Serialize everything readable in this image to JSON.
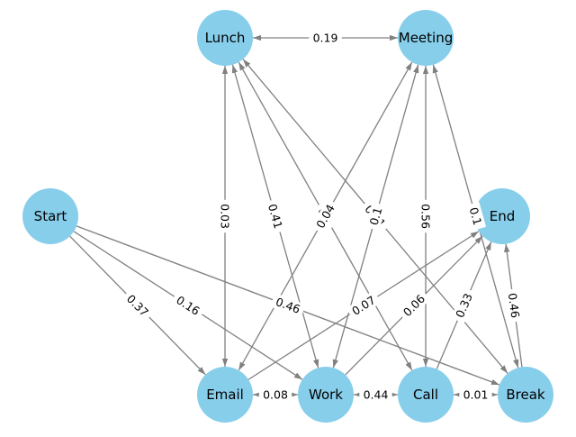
{
  "colors": {
    "node_fill": "#87ceeb",
    "edge": "#808080",
    "label_bg": "#ffffff",
    "text": "#000000"
  },
  "nodes": [
    {
      "id": "lunch",
      "label": "Lunch"
    },
    {
      "id": "meeting",
      "label": "Meeting"
    },
    {
      "id": "start",
      "label": "Start"
    },
    {
      "id": "end",
      "label": "End"
    },
    {
      "id": "email",
      "label": "Email"
    },
    {
      "id": "work",
      "label": "Work"
    },
    {
      "id": "call",
      "label": "Call"
    },
    {
      "id": "break",
      "label": "Break"
    }
  ],
  "edges": [
    {
      "from": "lunch",
      "to": "meeting",
      "label": "0.19",
      "bidirectional": true
    },
    {
      "from": "lunch",
      "to": "email",
      "label": "0.03",
      "bidirectional": true
    },
    {
      "from": "lunch",
      "to": "work",
      "label": "0.41",
      "bidirectional": true
    },
    {
      "from": "lunch",
      "to": "call",
      "label": "0.1",
      "bidirectional": true
    },
    {
      "from": "lunch",
      "to": "break",
      "label": "0.01",
      "bidirectional": true
    },
    {
      "from": "meeting",
      "to": "email",
      "label": "0.04",
      "bidirectional": true
    },
    {
      "from": "meeting",
      "to": "work",
      "label": "0.1",
      "bidirectional": true
    },
    {
      "from": "meeting",
      "to": "call",
      "label": "0.56",
      "bidirectional": true
    },
    {
      "from": "meeting",
      "to": "break",
      "label": "0.1",
      "bidirectional": true
    },
    {
      "from": "start",
      "to": "email",
      "label": "0.37",
      "bidirectional": false
    },
    {
      "from": "start",
      "to": "work",
      "label": "0.16",
      "bidirectional": false
    },
    {
      "from": "start",
      "to": "break",
      "label": "0.46",
      "bidirectional": false
    },
    {
      "from": "email",
      "to": "end",
      "label": "0.07",
      "bidirectional": false
    },
    {
      "from": "work",
      "to": "end",
      "label": "0.06",
      "bidirectional": false
    },
    {
      "from": "call",
      "to": "end",
      "label": "0.33",
      "bidirectional": false
    },
    {
      "from": "break",
      "to": "end",
      "label": "0.46",
      "bidirectional": false
    },
    {
      "from": "email",
      "to": "work",
      "label": "0.08",
      "bidirectional": true
    },
    {
      "from": "work",
      "to": "call",
      "label": "0.44",
      "bidirectional": true
    },
    {
      "from": "call",
      "to": "break",
      "label": "0.01",
      "bidirectional": true
    }
  ]
}
